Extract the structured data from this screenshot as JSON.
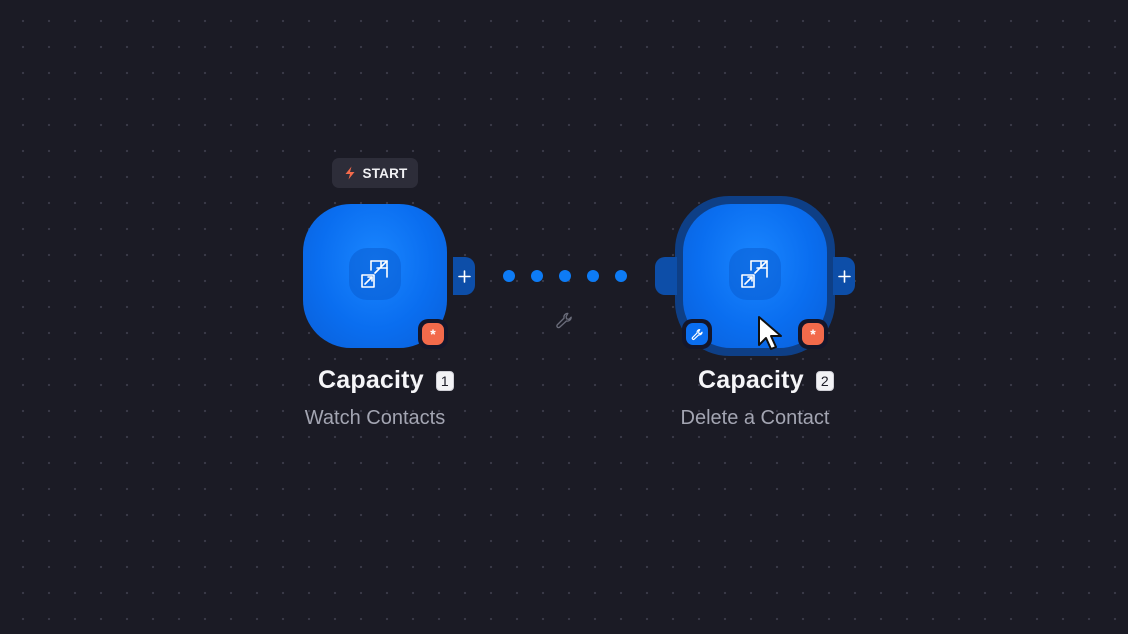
{
  "canvas": {
    "background_color": "#1b1b25",
    "accent_color": "#0a6ef0",
    "error_color": "#f26a4b"
  },
  "start_badge": {
    "icon": "lightning-bolt-icon",
    "label": "START"
  },
  "nodes": [
    {
      "title": "Capacity",
      "number": "1",
      "subtitle": "Watch Contacts",
      "icon": "external-link-icon",
      "error_badge": "*",
      "selected": false
    },
    {
      "title": "Capacity",
      "number": "2",
      "subtitle": "Delete a Contact",
      "icon": "external-link-icon",
      "error_badge": "*",
      "tool_badge_icon": "wrench-icon",
      "selected": true
    }
  ],
  "connector": {
    "style": "dotted",
    "dot_count": 5,
    "settings_icon": "wrench-icon"
  },
  "add_module_icon": "plus-icon",
  "cursor": "pointer-arrow-icon"
}
